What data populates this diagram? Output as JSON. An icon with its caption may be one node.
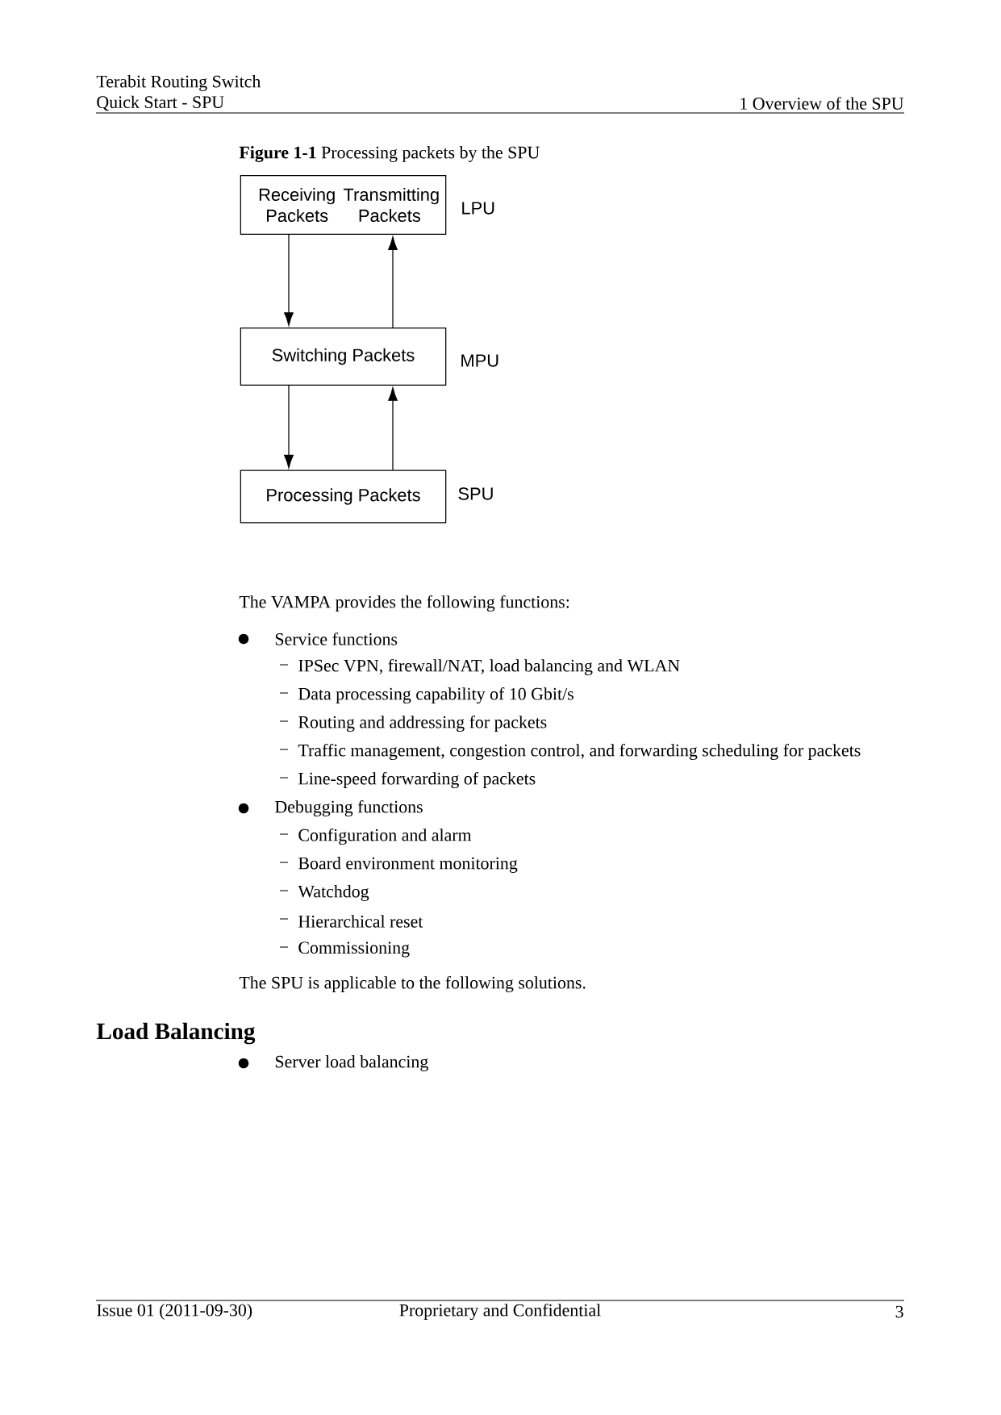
{
  "diagram": {
    "caption": "**Figure 1-1** Processing packets by the SPU",
    "nodes": [
      {
        "text": [
          "Receiving Packets",
          "Transmitting Packets"
        ],
        "beside": [
          "LPU"
        ]
      },
      {
        "text": [
          "Switching Packets"
        ],
        "beside": [
          "MPU"
        ]
      },
      {
        "text": [
          "Processing Packets"
        ],
        "beside": [
          "SPU"
        ]
      }
    ],
    "edges": [
      {
        "from": 0,
        "to": 1,
        "arrow": "to"
      },
      {
        "from": 1,
        "to": 0,
        "arrow": "to"
      },
      {
        "from": 1,
        "to": 2,
        "arrow": "to"
      },
      {
        "from": 2,
        "to": 1,
        "arrow": "to"
      }
    ],
    "labels": [
      "Terabit Routing Switch",
      "Quick Start - SPU",
      "1 Overview of the SPU",
      "The VAMPA provides the following functions:",
      "Service functions",
      "IPSec VPN, firewall/NAT, load balancing and WLAN",
      "Data processing capability of 10 Gbit/s",
      "Routing and addressing for packets",
      "Traffic management, congestion control, and forwarding scheduling for packets",
      "Line-speed forwarding of packets",
      "Debugging functions",
      "Configuration and alarm",
      "Board environment monitoring",
      "Watchdog",
      "Hierarchical reset",
      "Commissioning",
      "The SPU is applicable to the following solutions.",
      "Load Balancing",
      "Server load balancing",
      "Issue 01 (2011-09-30)",
      "Proprietary and Confidential",
      "3"
    ]
  }
}
